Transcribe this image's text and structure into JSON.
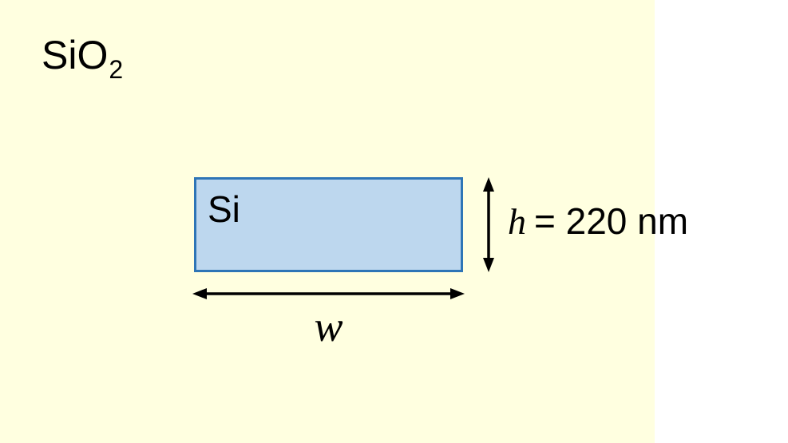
{
  "diagram": {
    "cladding_label": {
      "text": "SiO",
      "subscript": "2"
    },
    "core_label": "Si",
    "height_dim": {
      "symbol": "h",
      "value": "= 220 nm"
    },
    "width_dim": {
      "symbol": "w"
    }
  },
  "colors": {
    "cladding_background": "#FFFFE0",
    "core_fill": "#BDD7EE",
    "core_border": "#2E75B6",
    "arrow": "#000000",
    "text": "#000000",
    "page_background": "#FFFFFF"
  }
}
